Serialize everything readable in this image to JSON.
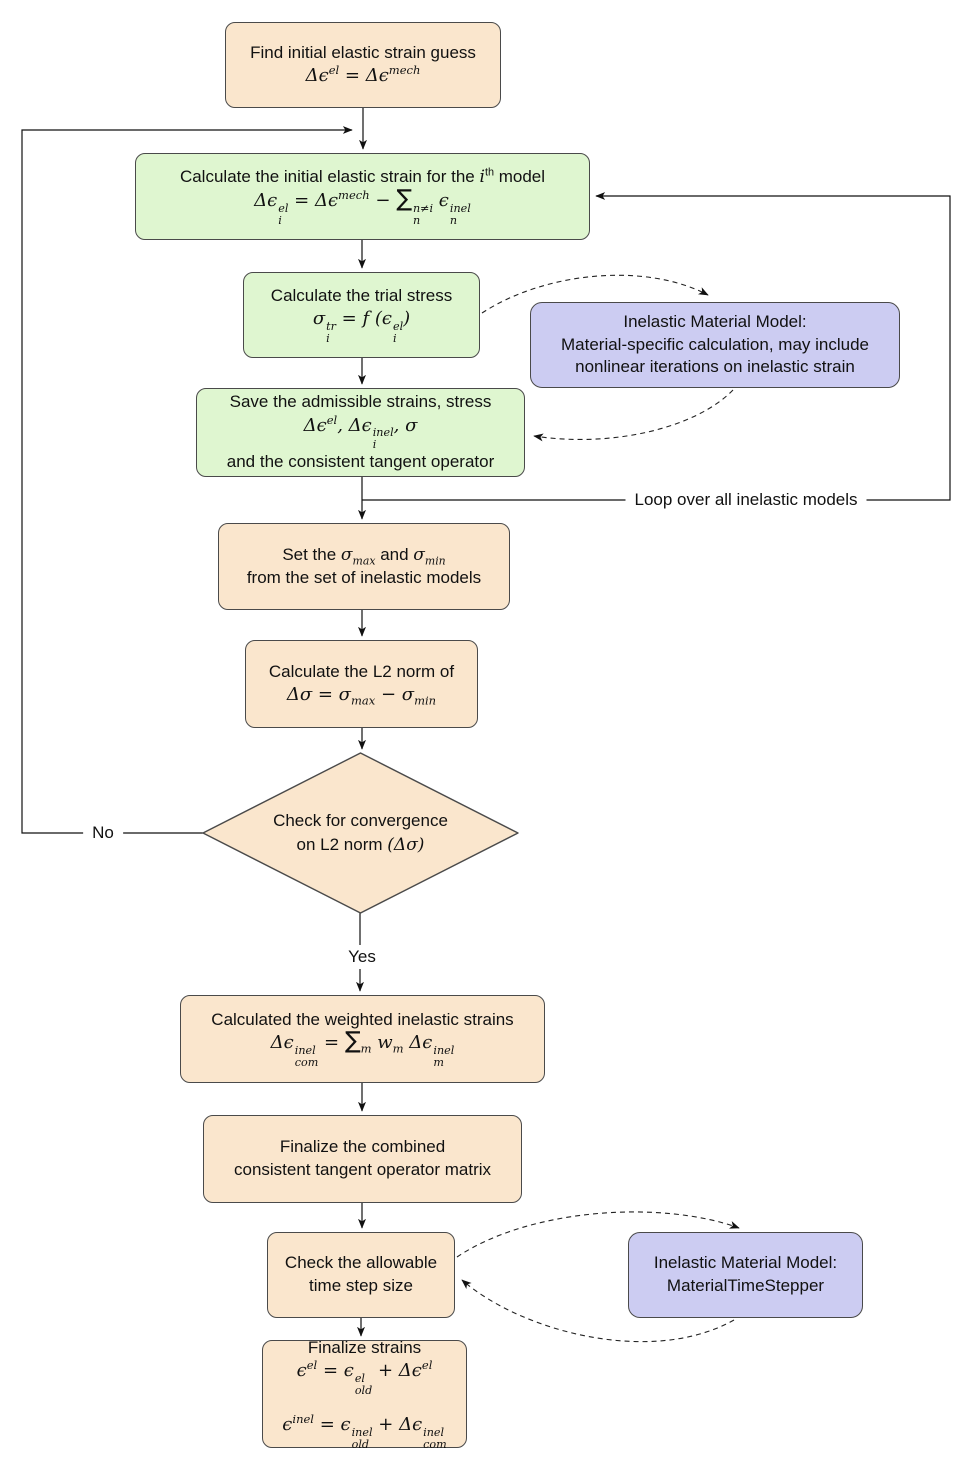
{
  "colors": {
    "process_fill": "#FAE6CD",
    "compute_fill": "#DFF6D0",
    "model_fill": "#CCCCF2",
    "border": "#4a4a4a",
    "line": "#111111"
  },
  "edge_labels": {
    "no": "No",
    "yes": "Yes",
    "loop": "Loop over all inelastic models"
  },
  "nodes": {
    "find_guess": {
      "line1": "Find initial elastic strain guess",
      "formula": [
        {
          "t": "Δϵ"
        },
        {
          "sup": "el"
        },
        {
          "t": " = Δϵ"
        },
        {
          "sup": "mech"
        }
      ]
    },
    "calc_initial": {
      "title": [
        {
          "t": "Calculate the initial elastic strain for the ",
          "rm": 1
        },
        {
          "t": "i"
        },
        {
          "sup": "th",
          "rm": 1
        },
        {
          "t": " model",
          "rm": 1
        }
      ],
      "formula": [
        {
          "t": "Δϵ"
        },
        {
          "sup": "el",
          "sub": "i"
        },
        {
          "t": " = Δϵ"
        },
        {
          "sup": "mech"
        },
        {
          "t": " − "
        },
        {
          "t": "∑",
          "sum": 1
        },
        {
          "sup": "n≠i",
          "sub": "n"
        },
        {
          "t": " ϵ"
        },
        {
          "sup": "inel",
          "sub": "n"
        }
      ]
    },
    "trial_stress": {
      "line1": "Calculate the trial stress",
      "formula": [
        {
          "t": "σ"
        },
        {
          "sup": "tr",
          "sub": "i"
        },
        {
          "t": " = f "
        },
        {
          "t": "("
        },
        {
          "t": "ϵ"
        },
        {
          "sup": "el",
          "sub": "i"
        },
        {
          "t": ")"
        }
      ]
    },
    "material_model_1": {
      "line1": "Inelastic Material Model:",
      "line2": "Material-specific calculation, may include",
      "line3": "nonlinear iterations on inelastic strain"
    },
    "save_admissible": {
      "line1": "Save the admissible strains, stress",
      "formula": [
        {
          "t": "Δϵ"
        },
        {
          "sup": "el"
        },
        {
          "t": ", Δϵ"
        },
        {
          "sup": "inel",
          "sub": "i"
        },
        {
          "t": ", σ"
        }
      ],
      "line3": "and the consistent tangent operator"
    },
    "set_sigma": {
      "formula": [
        {
          "t": "Set the ",
          "rm": 1
        },
        {
          "t": "σ"
        },
        {
          "sub": "max"
        },
        {
          "t": " and ",
          "rm": 1
        },
        {
          "t": "σ"
        },
        {
          "sub": "min"
        }
      ],
      "line2": "from the set of inelastic models"
    },
    "l2_norm": {
      "line1": "Calculate the L2 norm of",
      "formula": [
        {
          "t": "Δσ = σ"
        },
        {
          "sub": "max"
        },
        {
          "t": " − σ"
        },
        {
          "sub": "min"
        }
      ]
    },
    "convergence": {
      "line1": "Check for convergence",
      "formula": [
        {
          "t": "on L2 norm ",
          "rm": 1
        },
        {
          "t": "(Δσ)"
        }
      ]
    },
    "weighted_strains": {
      "line1": "Calculated the weighted inelastic strains",
      "formula": [
        {
          "t": "Δϵ"
        },
        {
          "sup": "inel",
          "sub": "com"
        },
        {
          "t": " = "
        },
        {
          "t": "∑",
          "sum": 1
        },
        {
          "sub": "m"
        },
        {
          "t": " w"
        },
        {
          "sub": "m"
        },
        {
          "t": " Δϵ"
        },
        {
          "sup": "inel",
          "sub": "m"
        }
      ]
    },
    "finalize_tangent": {
      "line1": "Finalize the combined",
      "line2": "consistent tangent operator matrix"
    },
    "time_step": {
      "line1": "Check the allowable",
      "line2": "time step size"
    },
    "material_model_2": {
      "line1": "Inelastic Material Model:",
      "line2": "MaterialTimeStepper"
    },
    "finalize_strains": {
      "line1": "Finalize strains",
      "formula1": [
        {
          "t": "ϵ"
        },
        {
          "sup": "el"
        },
        {
          "t": " = ϵ"
        },
        {
          "sup": "el",
          "sub": "old"
        },
        {
          "t": " + Δϵ"
        },
        {
          "sup": "el"
        }
      ],
      "formula2": [
        {
          "t": "ϵ"
        },
        {
          "sup": "inel"
        },
        {
          "t": " = ϵ"
        },
        {
          "sup": "inel",
          "sub": "old"
        },
        {
          "t": " + Δϵ"
        },
        {
          "sup": "inel",
          "sub": "com"
        }
      ]
    }
  }
}
